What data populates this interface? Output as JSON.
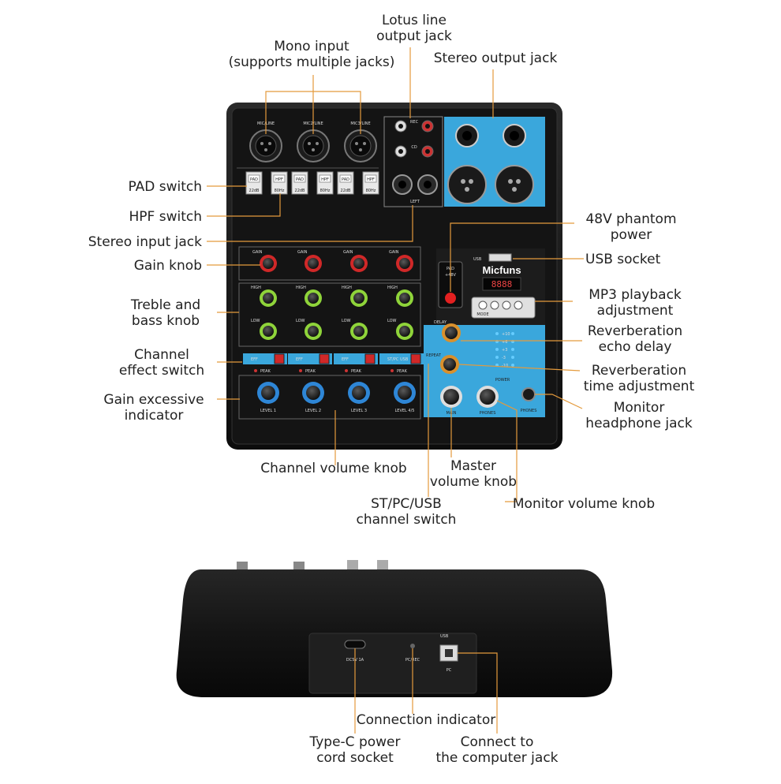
{
  "labels": {
    "lotus_line_output_jack": [
      "Lotus line",
      "output jack"
    ],
    "mono_input": [
      "Mono input",
      "(supports multiple jacks)"
    ],
    "stereo_output_jack": [
      "Stereo output jack"
    ],
    "pad_switch": [
      "PAD switch"
    ],
    "hpf_switch": [
      "HPF switch"
    ],
    "stereo_input_jack": [
      "Stereo input jack"
    ],
    "gain_knob": [
      "Gain knob"
    ],
    "treble_bass_knob": [
      "Treble and",
      "bass knob"
    ],
    "channel_effect_switch": [
      "Channel",
      "effect switch"
    ],
    "gain_excessive_indicator": [
      "Gain excessive",
      "indicator"
    ],
    "phantom_power": [
      "48V phantom",
      "power"
    ],
    "usb_socket": [
      "USB socket"
    ],
    "mp3_playback": [
      "MP3 playback",
      "adjustment"
    ],
    "reverb_delay": [
      "Reverberation",
      "echo delay"
    ],
    "reverb_time": [
      "Reverberation",
      "time adjustment"
    ],
    "monitor_headphone_jack": [
      "Monitor",
      "headphone jack"
    ],
    "channel_volume_knob": [
      "Channel volume knob"
    ],
    "master_volume_knob": [
      "Master",
      "volume knob"
    ],
    "monitor_volume_knob": [
      "Monitor volume knob"
    ],
    "st_pc_usb_switch": [
      "ST/PC/USB",
      "channel switch"
    ],
    "connection_indicator": [
      "Connection indicator"
    ],
    "type_c_power": [
      "Type-C power",
      "cord socket"
    ],
    "connect_computer": [
      "Connect to",
      "the computer jack"
    ]
  },
  "device": {
    "brand": "Micfuns",
    "usb_text": "USB",
    "pad_48v": [
      "PAD",
      "+48V"
    ],
    "channel_tags": [
      "MIC/LINE",
      "MIC2/LINE",
      "MIC3/LINE"
    ],
    "rec": "REC",
    "cd": "CD",
    "left": "LEFT",
    "gain": "GAIN",
    "high": "HIGH",
    "low": "LOW",
    "peak": "PEAK",
    "eff": "EFF",
    "st_pc_usb": "ST/PC USB",
    "levels": [
      "LEVEL 1",
      "LEVEL 2",
      "LEVEL 3",
      "LEVEL 4/5"
    ],
    "delay": "DELAY",
    "repeat": "REPEAT",
    "power": "POWER",
    "main": "MAIN",
    "phones": "PHONES",
    "mode": "MODE",
    "meter": [
      "+10",
      "+6",
      "+3",
      "-3",
      "-10"
    ],
    "switch_labels": [
      "PAD",
      "HPF",
      "PAD",
      "HPF",
      "PAD",
      "HPF"
    ],
    "switch_values": [
      "22dB",
      "80Hz",
      "22dB",
      "80Hz",
      "22dB",
      "80Hz"
    ],
    "dc": "DC5V 1A",
    "pcrec": "PC/REC",
    "pc": "PC"
  },
  "colors": {
    "body": "#141414",
    "blue_panel": "#3aa7dc",
    "red_knob": "#d02828",
    "green_knob": "#8fd43a",
    "blue_knob": "#2e86d6",
    "callout": "#e49a3c"
  }
}
